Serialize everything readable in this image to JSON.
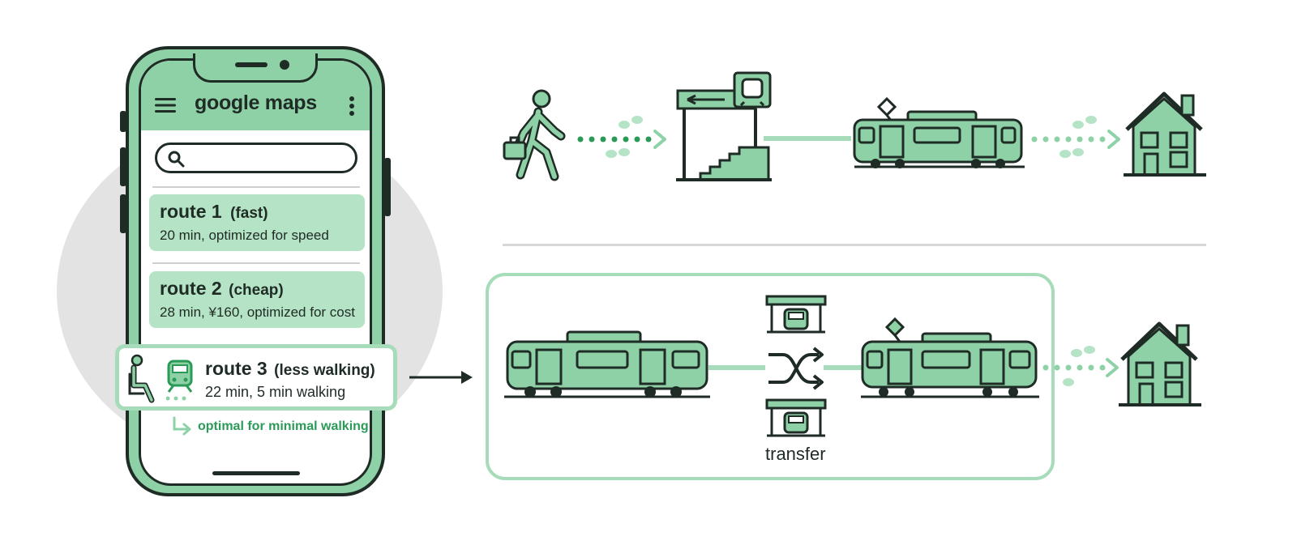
{
  "phone": {
    "app_title": "google maps",
    "search": {
      "value": ""
    }
  },
  "routes": [
    {
      "name": "route 1",
      "tag": "(fast)",
      "description": "20 min, optimized for speed"
    },
    {
      "name": "route 2",
      "tag": "(cheap)",
      "description": "28 min, ¥160, optimized for cost"
    },
    {
      "name": "route 3",
      "tag": "(less walking)",
      "description": "22 min, 5 min walking"
    }
  ],
  "selected_note": "optimal for minimal walking",
  "journey": {
    "transfer_label": "transfer"
  },
  "colors": {
    "accent_green": "#8fd1a7",
    "light_green": "#b5e3c5",
    "outline": "#1f2b25",
    "note_green": "#2a9b57"
  }
}
